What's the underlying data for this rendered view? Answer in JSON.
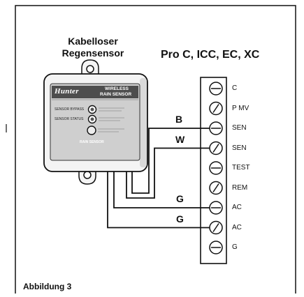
{
  "figure": {
    "sensor_title_line1": "Kabelloser",
    "sensor_title_line2": "Regensensor",
    "controller_models": "Pro C, ICC, EC, XC",
    "caption": "Abbildung 3"
  },
  "sensor": {
    "brand": "Hunter",
    "product_line1": "WIRELESS",
    "product_line2": "RAIN SENSOR",
    "bypass_label": "SENSOR BYPASS",
    "status_label": "SENSOR STATUS",
    "footer_label": "RAIN SENSOR"
  },
  "terminals": [
    "C",
    "P MV",
    "SEN",
    "SEN",
    "TEST",
    "REM",
    "AC",
    "AC",
    "G"
  ],
  "wires": [
    {
      "label": "B",
      "terminal_index": 2
    },
    {
      "label": "W",
      "terminal_index": 3
    },
    {
      "label": "G",
      "terminal_index": 6
    },
    {
      "label": "G",
      "terminal_index": 7
    }
  ],
  "colors": {
    "line": "#111111",
    "device_body": "#f4f4f4",
    "panel": "#cfcfcf",
    "brand_bar": "#4d4d4d"
  }
}
